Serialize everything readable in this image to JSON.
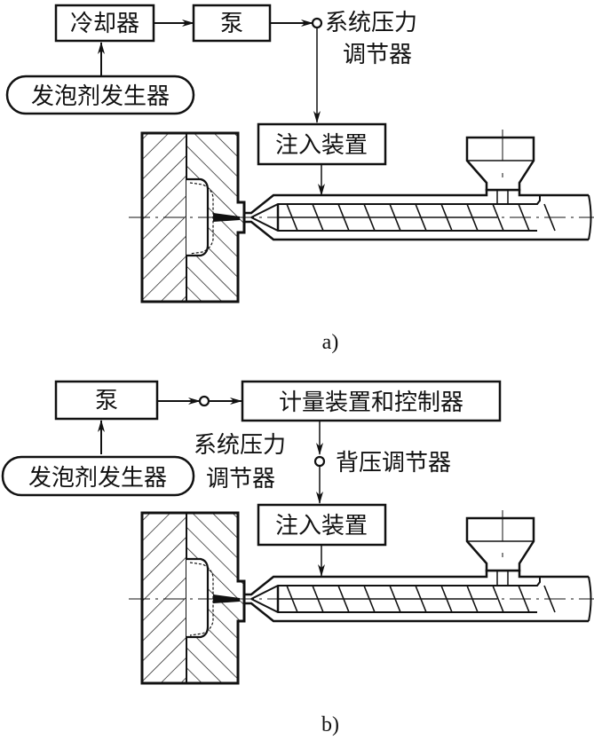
{
  "figure_a": {
    "caption": "a)",
    "boxes": {
      "cooler": "冷却器",
      "pump": "泵",
      "injection_unit": "注入装置"
    },
    "oval": {
      "foaming_agent_generator": "发泡剂发生器"
    },
    "labels": {
      "system_pressure_regulator_line1": "系统压力",
      "system_pressure_regulator_line2": "调节器"
    }
  },
  "figure_b": {
    "caption": "b)",
    "boxes": {
      "pump": "泵",
      "metering_and_controller": "计量装置和控制器",
      "injection_unit": "注入装置"
    },
    "oval": {
      "foaming_agent_generator": "发泡剂发生器"
    },
    "labels": {
      "system_pressure_regulator_line1": "系统压力",
      "system_pressure_regulator_line2": "调节器",
      "back_pressure_regulator": "背压调节器"
    }
  },
  "colors": {
    "ink": "#111111",
    "background": "#ffffff"
  }
}
